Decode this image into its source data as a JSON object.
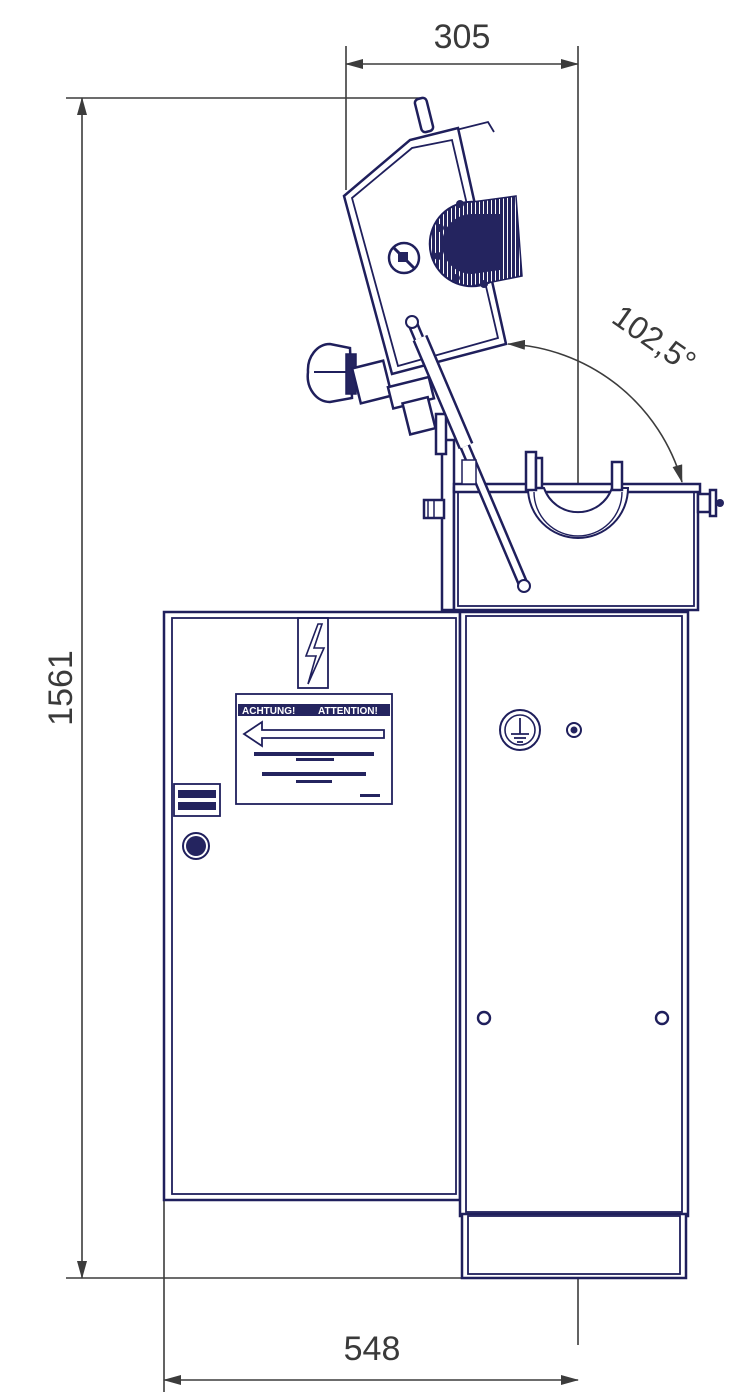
{
  "dimensions": {
    "top_width": "305",
    "total_height": "1561",
    "tilt_angle": "102,5°",
    "base_width": "548"
  },
  "warning_plate": {
    "left_text": "ACHTUNG!",
    "right_text": "ATTENTION!"
  },
  "colors": {
    "machine_line": "#1f1f5c",
    "dimension_line": "#3c3c3c",
    "dimension_text": "#3a3a3a"
  }
}
